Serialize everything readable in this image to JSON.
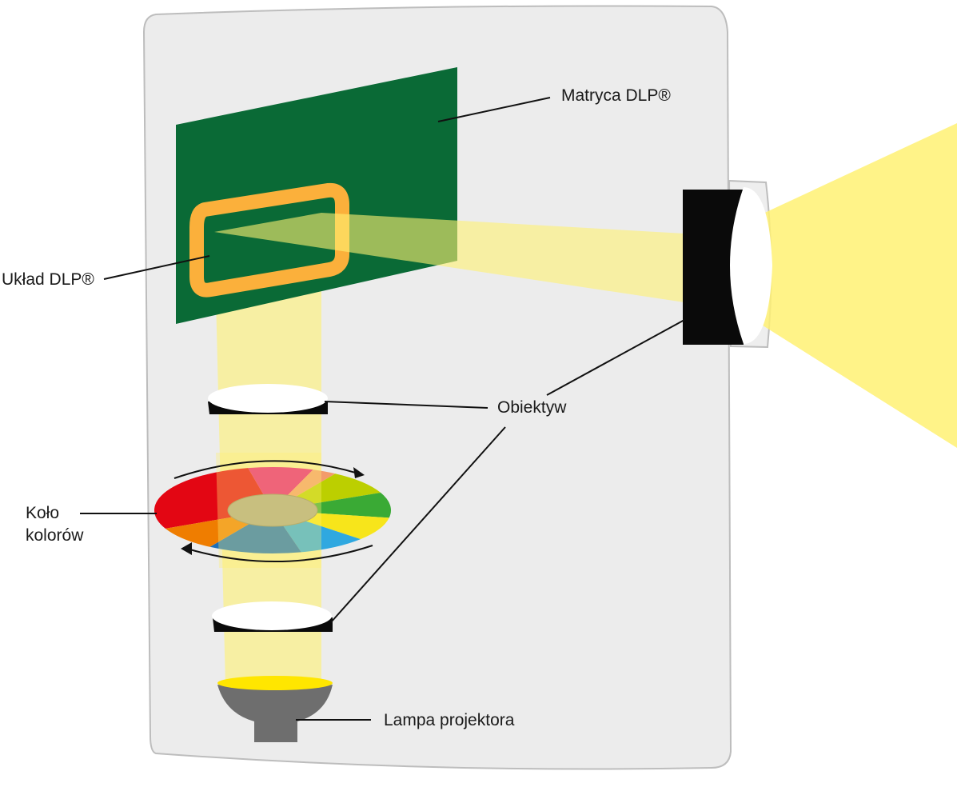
{
  "labels": {
    "dlp_matrix": "Matryca DLP®",
    "dlp_chip": "Układ DLP®",
    "lens": "Obiektyw",
    "color_wheel_line1": "Koło",
    "color_wheel_line2": "kolorów",
    "lamp": "Lampa projektora"
  },
  "colors": {
    "housing_fill": "#ececec",
    "housing_stroke": "#bdbdbd",
    "matrix_green": "#0a6a36",
    "chip_orange": "#fbb03b",
    "beam_yellow": "#fff173",
    "lamp_gray": "#6e6e6e",
    "lamp_glow": "#ffe600",
    "wheel_red": "#e30613",
    "wheel_magenta": "#e6197d",
    "wheel_salmon": "#f39b6b",
    "wheel_lime": "#bccf00",
    "wheel_green": "#3aaa35",
    "wheel_yellow": "#f7e51b",
    "wheel_cyan": "#2fa8e0",
    "wheel_blue": "#1d6fb8",
    "wheel_orange": "#ef7d00",
    "wheel_hub": "#c8bf7f"
  }
}
